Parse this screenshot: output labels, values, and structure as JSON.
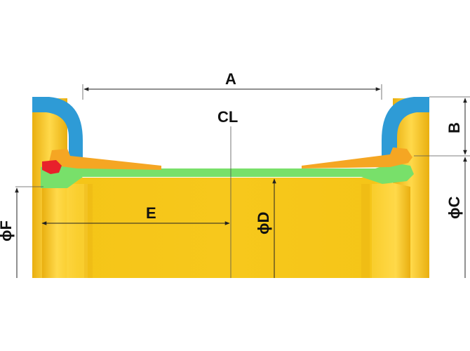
{
  "labels": {
    "a": "A",
    "b": "B",
    "c": "ϕC",
    "d": "ϕD",
    "e": "E",
    "f": "ϕF",
    "cl": "CL"
  },
  "colors": {
    "pipe_yellow": "#F5C518",
    "pipe_yellow_dark": "#E3A90E",
    "pipe_yellow_light": "#FFD94A",
    "gasket_blue": "#2E9BD6",
    "ring_green": "#78E06A",
    "seal_red": "#E8212B",
    "lock_orange": "#F5A623",
    "dimension_line": "#222222"
  }
}
